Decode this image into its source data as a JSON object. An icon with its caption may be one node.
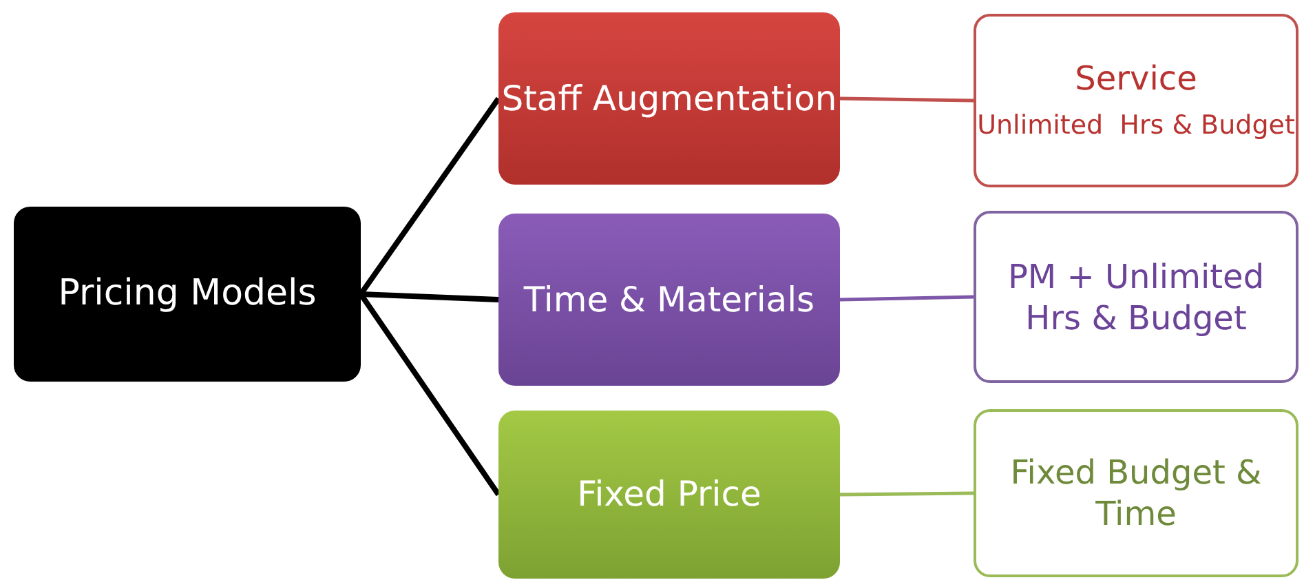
{
  "diagram": {
    "nodes": [
      {
        "text": [
          "Pricing Models"
        ]
      },
      {
        "text": [
          "Staff Augmentation"
        ]
      },
      {
        "text": [
          "Service",
          "Unlimited  Hrs & Budget"
        ]
      },
      {
        "text": [
          "Time & Materials"
        ]
      },
      {
        "text": [
          "PM + Unlimited Hrs & Budget"
        ]
      },
      {
        "text": [
          "Fixed Price"
        ]
      },
      {
        "text": [
          "Fixed Budget & Time"
        ]
      }
    ],
    "edges": [
      {
        "from": 0,
        "to": 1,
        "arrow": "none"
      },
      {
        "from": 0,
        "to": 3,
        "arrow": "none"
      },
      {
        "from": 0,
        "to": 5,
        "arrow": "none"
      },
      {
        "from": 1,
        "to": 2,
        "arrow": "none",
        "color": "#c0504d"
      },
      {
        "from": 3,
        "to": 4,
        "arrow": "none",
        "color": "#7e57a8"
      },
      {
        "from": 5,
        "to": 6,
        "arrow": "none",
        "color": "#9bbb59"
      }
    ]
  }
}
